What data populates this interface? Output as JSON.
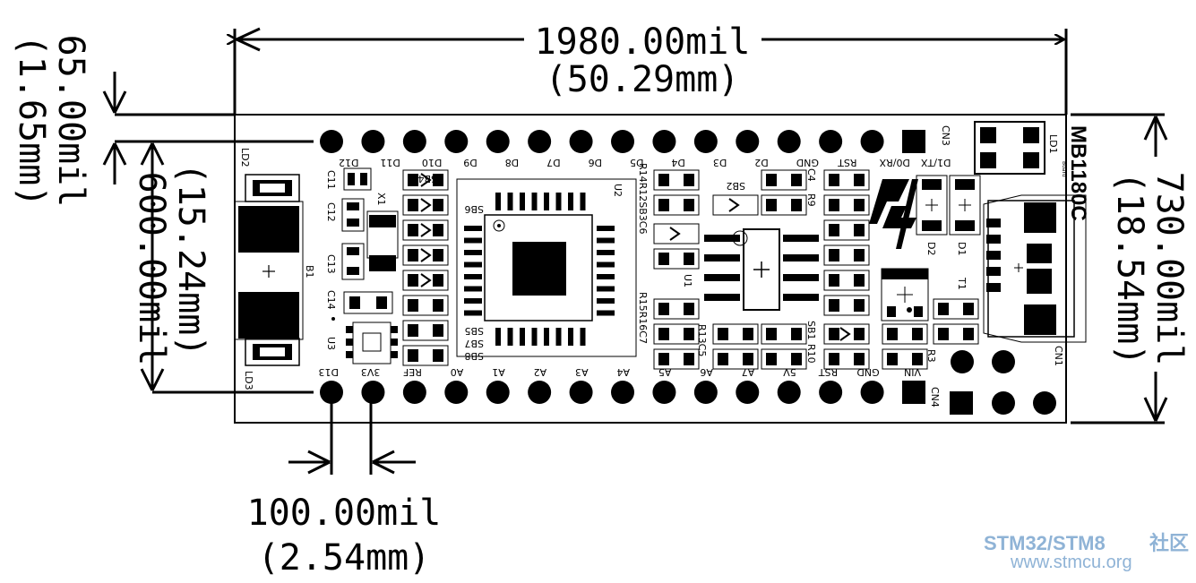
{
  "dimensions": {
    "width_mil": "1980.00mil",
    "width_mm": "(50.29mm)",
    "height_mil": "730.00mil",
    "height_mm": "(18.54mm)",
    "offset_mil": "65.00mil",
    "offset_mm": "(1.65mm)",
    "row_spacing_mil": "600.00mil",
    "row_spacing_mm": "(15.24mm)",
    "pitch_mil": "100.00mil",
    "pitch_mm": "(2.54mm)"
  },
  "board": {
    "name": "MB1180C",
    "top_header_pins": [
      "D12",
      "D11",
      "D10",
      "D9",
      "D8",
      "D7",
      "D6",
      "D5",
      "D4",
      "D3",
      "D2",
      "GND",
      "RST",
      "D0/RX",
      "D1/TX"
    ],
    "bottom_header_pins": [
      "D13",
      "3V3",
      "REF",
      "A0",
      "A1",
      "A2",
      "A3",
      "A4",
      "A5",
      "A6",
      "A7",
      "5V",
      "RST",
      "GND",
      "VIN"
    ],
    "connector_top": "CN3",
    "connector_bottom": "CN4",
    "connector_right": "CN1",
    "components": {
      "ld1": "LD1",
      "ld2": "LD2",
      "ld3": "LD3",
      "b1": "B1",
      "x1": "X1",
      "u1": "U1",
      "u2": "U2",
      "u3": "U3",
      "t1": "T1",
      "d1": "D1",
      "d2": "D2",
      "c4": "C4",
      "r9": "R9",
      "c11": "C11",
      "c12": "C12",
      "c13": "C13",
      "c14": "C14",
      "sb1": "SB1",
      "r10": "R10",
      "r3": "R3",
      "sb2": "SB2",
      "sb4": "SB4",
      "sb5": "SB5",
      "sb6": "SB6",
      "sb7": "SB7",
      "sb8": "SB8",
      "r14r12": "R14R12SB3C6",
      "r15r16": "R15R16C7",
      "r13c5": "R13C5",
      "board_small": "Board"
    }
  },
  "watermark": {
    "line1_a": "STM32/STM8",
    "line1_b": "社区",
    "line2": "www.stmcu.org"
  }
}
